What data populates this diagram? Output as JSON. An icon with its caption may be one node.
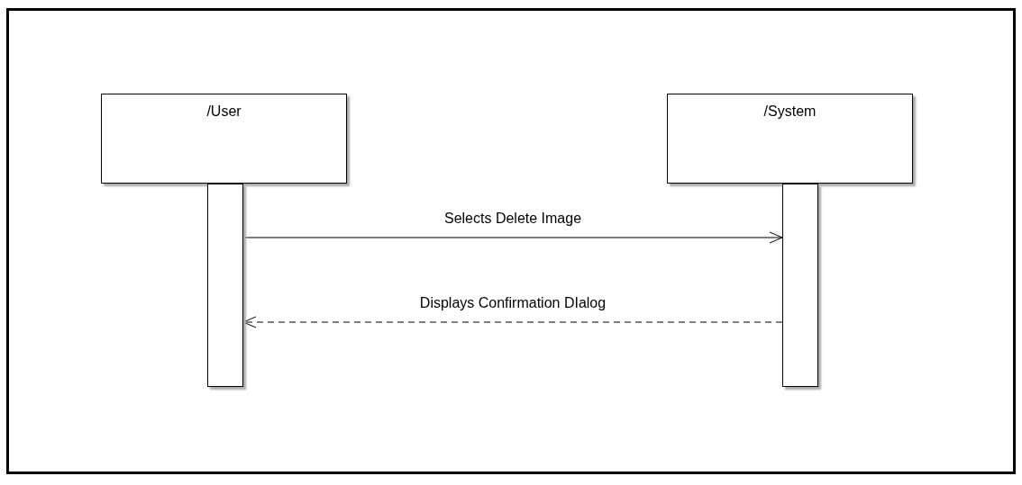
{
  "diagram": {
    "nodes": [
      {
        "text": [
          "/User"
        ]
      },
      {
        "text": [
          "/System"
        ]
      },
      {
        "text": [],
        "shape": "bar"
      },
      {
        "text": [],
        "shape": "bar"
      }
    ],
    "edges": [
      {
        "from": 2,
        "to": 3,
        "arrow": "to",
        "label": "Selects Delete Image"
      },
      {
        "from": 3,
        "to": 2,
        "arrow": "to",
        "label": "Displays Confirmation DIalog",
        "style": "dashed"
      }
    ]
  }
}
